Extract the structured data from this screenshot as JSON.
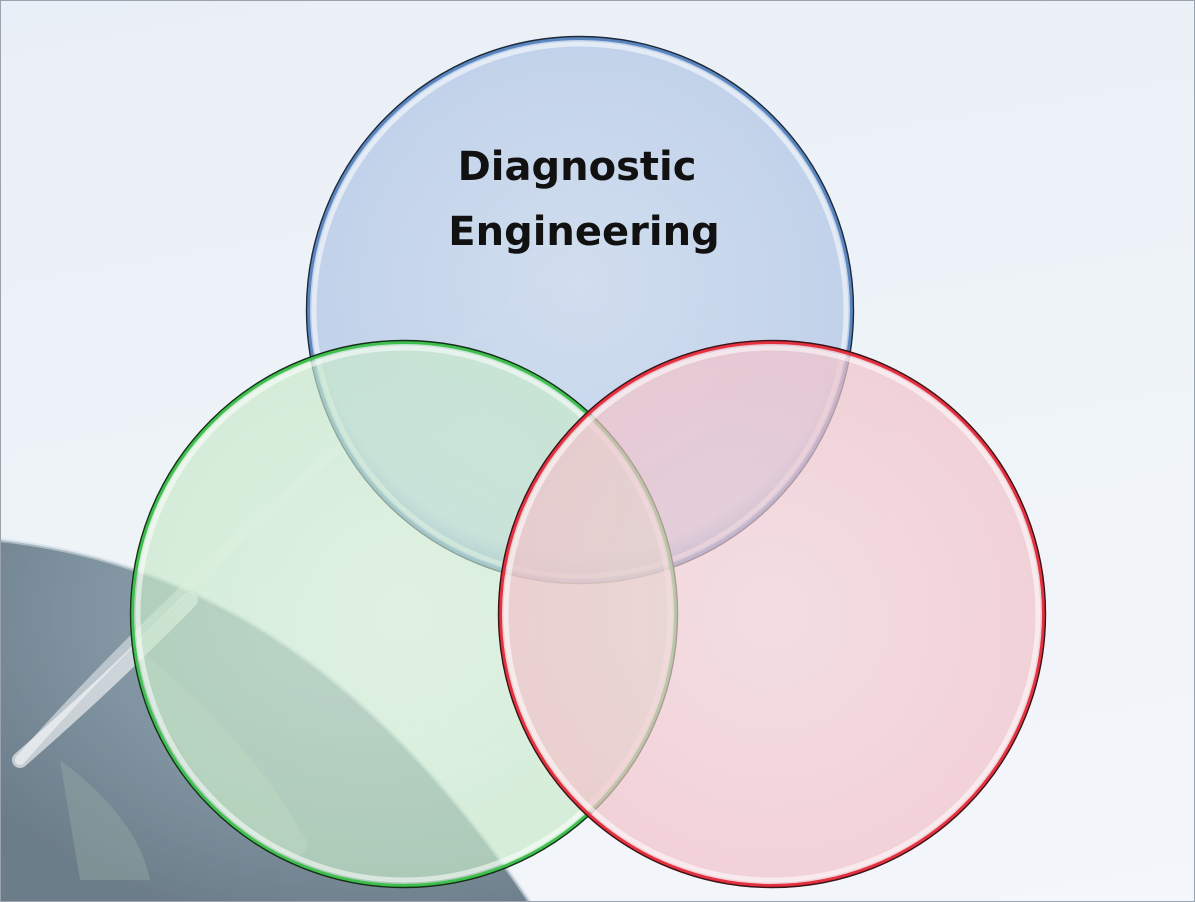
{
  "diagram": {
    "type": "venn",
    "circles": [
      {
        "id": "top",
        "label_lines": [
          "Diagnostic",
          "Engineering"
        ],
        "color": "#3f6fb0"
      },
      {
        "id": "left",
        "label_lines": [],
        "color": "#3fb64a"
      },
      {
        "id": "right",
        "label_lines": [],
        "color": "#e0293a"
      }
    ]
  },
  "colors": {
    "background": "#eef3f8",
    "earth": "#4f6676",
    "label": "#111111"
  }
}
